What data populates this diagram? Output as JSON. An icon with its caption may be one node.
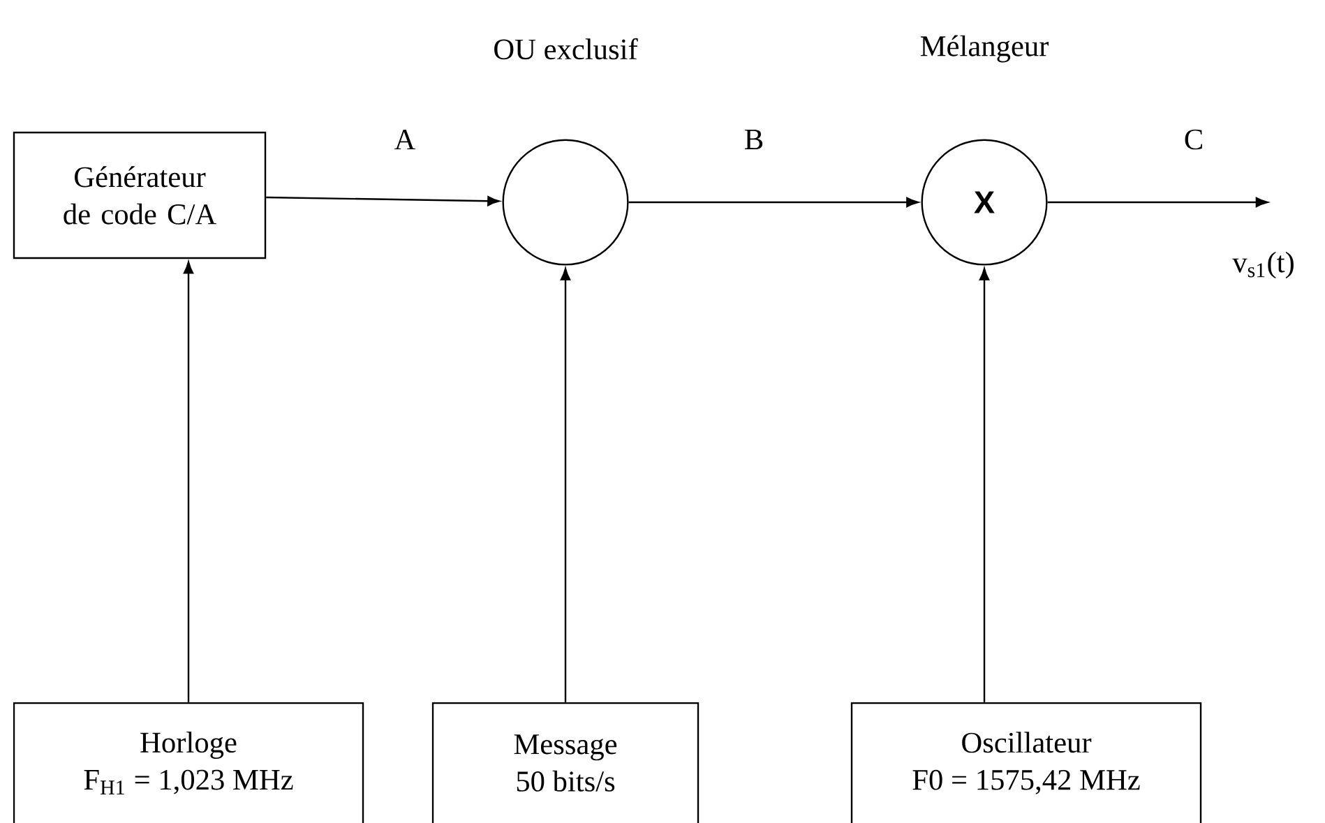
{
  "diagram": {
    "nodes": [
      {
        "text": [
          "Générateur de code C/A"
        ]
      },
      {
        "text": [],
        "shape": "circle",
        "beside": [
          "OU exclusif"
        ]
      },
      {
        "text": [
          "**X**"
        ],
        "beside": [
          "Mélangeur"
        ]
      },
      {
        "text": [
          "Horloge",
          "F$_{H1}$ = 1,023 MHz"
        ]
      },
      {
        "text": [
          "Message",
          "50 bits/s"
        ]
      },
      {
        "text": [
          "Oscillateur",
          "F0 = 1575,42 MHz"
        ]
      }
    ],
    "edges": [
      {
        "from": 0,
        "to": 1,
        "arrow": "to",
        "label": "A"
      },
      {
        "from": 1,
        "to": 2,
        "arrow": "to",
        "label": "B"
      },
      {
        "from": 2,
        "to": null,
        "arrow": "to",
        "label": "C"
      },
      {
        "from": 3,
        "to": 0,
        "arrow": "to"
      },
      {
        "from": 4,
        "to": 1,
        "arrow": "to"
      },
      {
        "from": 5,
        "to": 2,
        "arrow": "to"
      }
    ],
    "labels": [
      "v$_{s1}$(t)"
    ]
  }
}
